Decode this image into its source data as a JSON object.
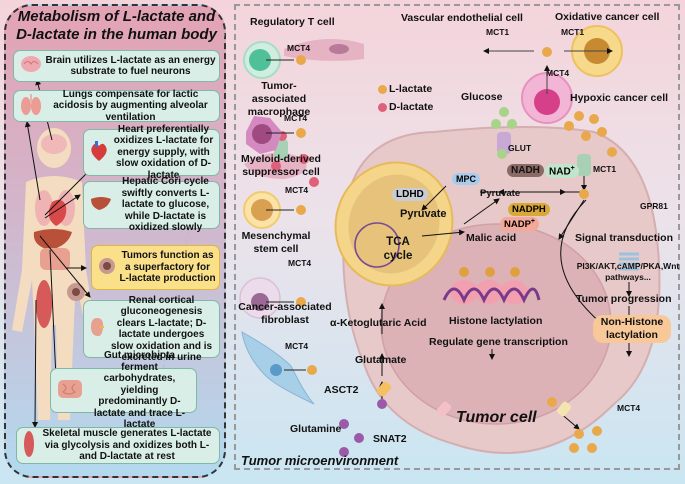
{
  "colors": {
    "l_lactate": "#e9a94a",
    "d_lactate": "#e0607a",
    "glucose": "#a8d48a",
    "glutamine": "#9a5aa8",
    "info_box": "#d8eee6",
    "tumor_box": "#fbe08a"
  },
  "left_panel": {
    "title_line1": "Metabolism of L-lactate and",
    "title_line2": "D-lactate in the human body",
    "items": [
      {
        "organ": "brain-icon",
        "text": "Brain utilizes L-lactate as an energy substrate to fuel neurons"
      },
      {
        "organ": "lungs-icon",
        "text": "Lungs compensate for lactic acidosis by augmenting alveolar ventilation"
      },
      {
        "organ": "heart-icon",
        "text": "Heart preferentially oxidizes L-lactate for energy supply, with slow oxidation of D-lactate"
      },
      {
        "organ": "liver-icon",
        "text": "Hepatic Cori cycle swiftly converts L-lactate to glucose, while D-lactate is oxidized slowly"
      },
      {
        "organ": "tumor-icon",
        "text": "Tumors function as a superfactory for L-lactate production"
      },
      {
        "organ": "kidney-icon",
        "text": "Renal cortical gluconeogenesis clears L-lactate; D-lactate undergoes slow oxidation and is excreted in urine"
      },
      {
        "organ": "intestine-icon",
        "text": "Gut microbiota ferment carbohydrates, yielding predominantly D-lactate and trace L-lactate"
      },
      {
        "organ": "muscle-icon",
        "text": "Skeletal muscle generates L-lactate via glycolysis and oxidizes both L- and D-lactate at rest"
      }
    ]
  },
  "tme": {
    "title": "Tumor microenvironment",
    "immune_cells": [
      {
        "name": "Regulatory T cell",
        "transporter": "MCT4"
      },
      {
        "name": "Tumor-associated macrophage",
        "transporter": "MCT4"
      },
      {
        "name": "Myeloid-derived suppressor cell",
        "transporter": "MCT4"
      },
      {
        "name": "Mesenchymal stem cell",
        "transporter": "MCT4"
      },
      {
        "name": "Cancer-associated fibroblast",
        "transporter": "MCT4"
      }
    ],
    "legend": [
      {
        "label": "L-lactate"
      },
      {
        "label": "D-lactate"
      }
    ],
    "shuttle": {
      "vascular": "Vascular endothelial cell",
      "oxidative": "Oxidative cancer cell",
      "hypoxic": "Hypoxic cancer cell",
      "mct1_left": "MCT1",
      "mct1_right": "MCT1",
      "mct4": "MCT4"
    },
    "tumor_cell": {
      "title": "Tumor cell",
      "glucose": "Glucose",
      "glut": "GLUT",
      "mpc": "MPC",
      "ldhd": "LDHD",
      "pyruvate_mito": "Pyruvate",
      "tca_line1": "TCA",
      "tca_line2": "cycle",
      "pyruvate_cyto": "Pyruvate",
      "nadh": "NADH",
      "nad": "NAD",
      "nad_sup": "+",
      "nadph": "NADPH",
      "nadp": "NADP",
      "nadp_sup": "+",
      "malic_acid": "Malic acid",
      "mct1": "MCT1",
      "gpr81": "GPR81",
      "signal": "Signal transduction",
      "pathways_line1": "PI3K/AKT,cAMP/PKA,Wnt",
      "pathways_line2": "pathways...",
      "progression": "Tumor progression",
      "non_histone_line1": "Non-Histone",
      "non_histone_line2": "lactylation",
      "histone": "Histone lactylation",
      "gene": "Regulate gene transcription",
      "akg": "α-Ketoglutaric Acid",
      "glutamate": "Glutamate",
      "asct2": "ASCT2",
      "snat2": "SNAT2",
      "glutamine": "Glutamine",
      "mct4_out": "MCT4"
    }
  }
}
